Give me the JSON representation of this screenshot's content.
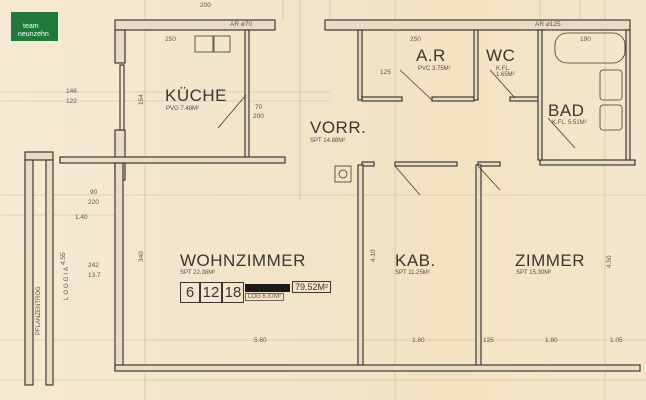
{
  "logo": {
    "line1": "team",
    "line2": "neunzehn",
    "color": "#1f7a3c"
  },
  "rooms": {
    "kueche": {
      "name": "KÜCHE",
      "sub": "PVG 7.48M²"
    },
    "vorr": {
      "name": "VORR.",
      "sub": "SPT 14.88M²"
    },
    "ar": {
      "name": "A.R",
      "sub": "PVC 3.75M²"
    },
    "wc": {
      "name": "WC",
      "sub": "K.FL. 1.65M²"
    },
    "bad": {
      "name": "BAD",
      "sub": "K.FL. 5.51M²"
    },
    "wohnzimmer": {
      "name": "WOHNZIMMER",
      "sub": "SPT 22.38M²"
    },
    "kab": {
      "name": "KAB.",
      "sub": "SPT 11.25M²"
    },
    "zimmer": {
      "name": "ZIMMER",
      "sub": "SPT 15.30M²"
    },
    "loggia": {
      "name": "LOGGIA"
    },
    "pflanzentrog": {
      "name": "PFLANZENTROG"
    }
  },
  "summary": {
    "boxes": [
      "6",
      "12",
      "18"
    ],
    "total": "79.52M²",
    "loggia": "LOG 6.37M²"
  },
  "dimensions": {
    "top": "200",
    "ar70": "AR ø70",
    "ar125": "AR ø125",
    "k250": "250",
    "k146": "146",
    "k122": "122",
    "k154": "154",
    "d90": "90",
    "d220": "220",
    "d140": "1.40",
    "d242": "242",
    "d137": "13.7",
    "w560": "5.60",
    "kab180": "1.80",
    "z180": "1.80",
    "z125": "125",
    "z105": "1.05",
    "h455": "4.55",
    "h450": "4.50",
    "h340": "340",
    "a250": "250",
    "a125": "125",
    "b190": "190",
    "d70": "70",
    "d200": "200",
    "kab410": "4.10"
  }
}
